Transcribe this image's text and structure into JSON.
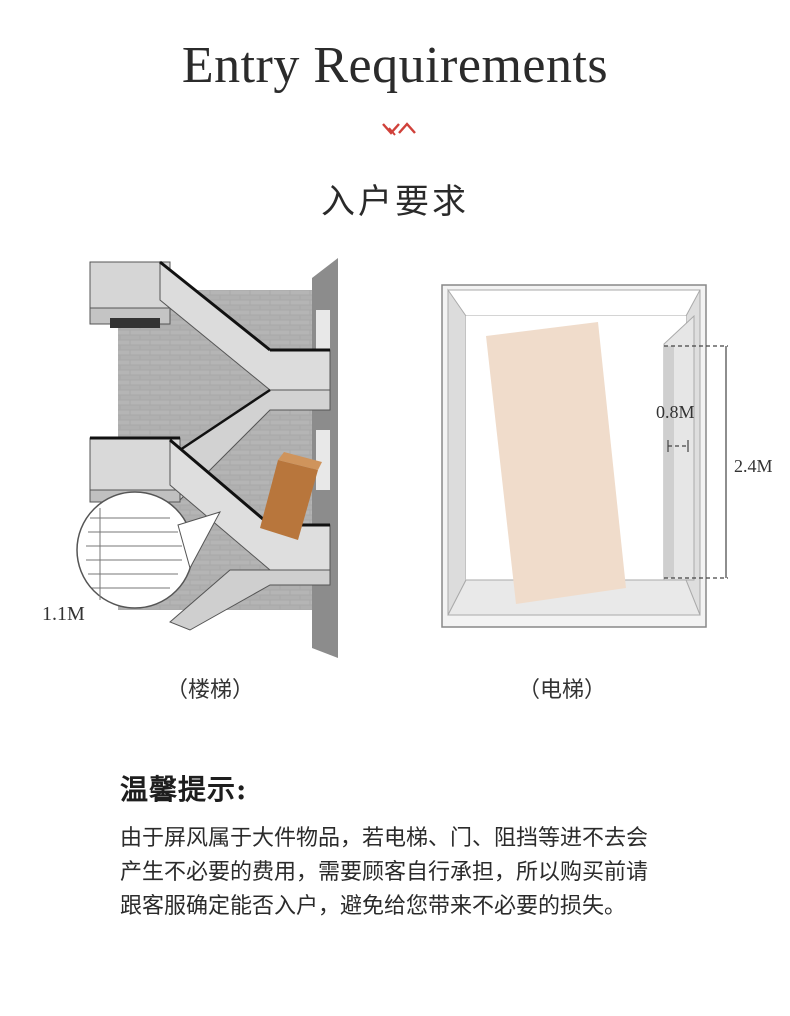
{
  "header": {
    "title_en": "Entry Requirements",
    "title_cn": "入户要求",
    "accent_color": "#d0413a"
  },
  "stairs": {
    "dimension_label": "1.1M",
    "caption": "（楼梯）",
    "icon": "staircase-illustration"
  },
  "elevator": {
    "door_width_label": "0.8M",
    "height_label": "2.4M",
    "caption": "（电梯）",
    "icon": "elevator-illustration"
  },
  "tips": {
    "title": "温馨提示:",
    "lines": [
      "由于屏风属于大件物品，若电梯、门、阻挡等进不去会",
      "产生不必要的费用，需要顾客自行承担，所以购买前请",
      "跟客服确定能否入户，避免给您带来不必要的损失。"
    ]
  }
}
